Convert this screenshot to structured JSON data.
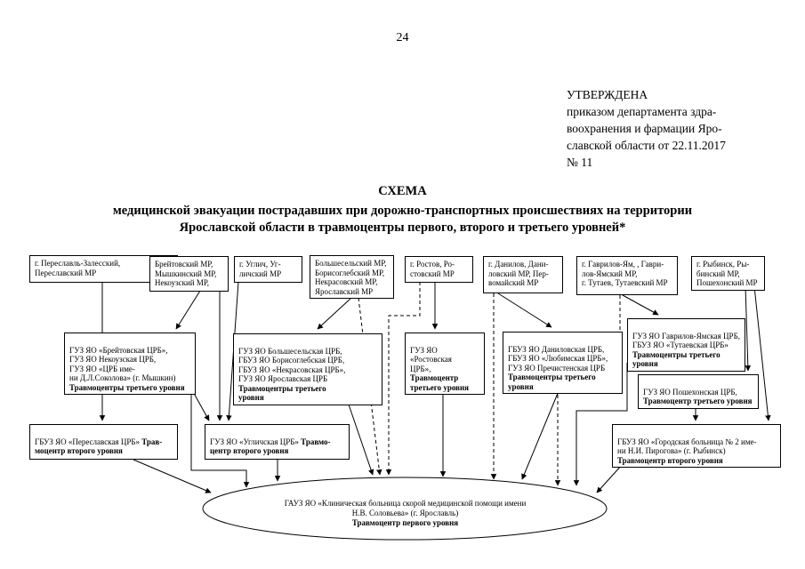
{
  "page": {
    "number": "24"
  },
  "approval": {
    "text": "УТВЕРЖДЕНА\nприказом департамента здра-\nвоохранения и фармации Яро-\nславской области от 22.11.2017\n№ 11"
  },
  "title": {
    "heading": "СХЕМА",
    "subtitle": "медицинской эвакуации пострадавших при дорожно-транспортных происшествиях на территории\nЯрославской области в травмоцентры первого, второго и третьего уровней*"
  },
  "districts": [
    {
      "text": "г. Переславль-Залесский,\nПереславский МР"
    },
    {
      "text": "Брейтовский МР,\nМышкинский МР,\nНекоузский МР,"
    },
    {
      "text": "г. Углич, Уг-\nличский МР"
    },
    {
      "text": "Большесельский МР,\nБорисоглебский МР,\nНекрасовский МР,\nЯрославский МР"
    },
    {
      "text": "г. Ростов, Ро-\nстовский МР"
    },
    {
      "text": "г. Данилов, Дани-\nловский МР, Пер-\nвомайский МР"
    },
    {
      "text": "г. Гаврилов-Ям, , Гаври-\nлов-Ямский МР,\nг. Тутаев, Тутаевский МР"
    },
    {
      "text": "г. Рыбинск, Ры-\nбинский МР,\nПошехонский МР"
    }
  ],
  "centers": [
    {
      "text": "ГУЗ ЯО «Брейтовская ЦРБ»,\nГУЗ ЯО Некоузская ЦРБ,\nГУЗ ЯО «ЦРБ име-\nни Д.Л.Соколова» (г. Мышкин)\n",
      "level": "Травмоцентры третьего уровня"
    },
    {
      "text": "ГУЗ ЯО Большесельская ЦРБ,\nГБУЗ ЯО Борисоглебская ЦРБ,\nГБУЗ ЯО «Некрасовская ЦРБ»,\nГУЗ ЯО Ярославская ЦРБ\n",
      "level": "Травмоцентры третьего\nуровня"
    },
    {
      "text": "ГУЗ ЯО «Ростовская\nЦРБ», ",
      "level": "Травмоцентр\nтретьего уровня"
    },
    {
      "text": "ГБУЗ ЯО Даниловская ЦРБ,\nГБУЗ ЯО «Любимская ЦРБ»,\nГУЗ ЯО Пречистенская ЦРБ\n",
      "level": "Травмоцентры третьего\nуровня"
    },
    {
      "text": "ГУЗ ЯО Гаврилов-Ямская ЦРБ,\nГБУЗ ЯО «Тутаевская ЦРБ»\n",
      "level": "Травмоцентры третьего\nуровня"
    },
    {
      "text": "ГУЗ ЯО Пошехонская ЦРБ,\n",
      "level": "Травмоцентр третьего уровня"
    },
    {
      "text": "ГБУЗ ЯО «Переславская ЦРБ» ",
      "level": "Трав-\nмоцентр второго уровня"
    },
    {
      "text": "ГУЗ ЯО «Угличская ЦРБ» ",
      "level": "Травмо-\nцентр второго уровня"
    },
    {
      "text": "ГБУЗ ЯО «Городская больница № 2 име-\nни Н.И. Пирогова» (г. Рыбинск)\n",
      "level": "Травмоцентр второго уровня"
    }
  ],
  "hospital": {
    "text": "ГАУЗ ЯО «Клиническая больница скорой медицинской помощи имени\nН.В. Соловьева» (г. Ярославль)\n",
    "level": "Травмоцентр первого уровня"
  },
  "colors": {
    "ink": "#000000",
    "paper": "#ffffff"
  }
}
